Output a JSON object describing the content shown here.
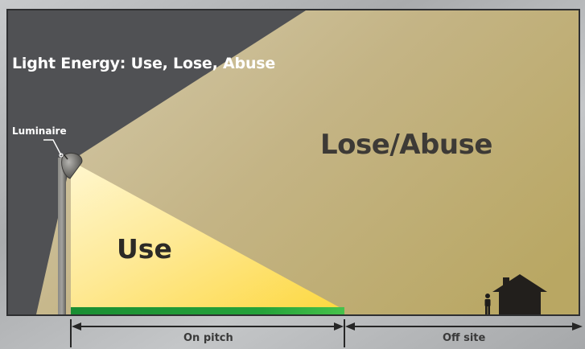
{
  "diagram": {
    "title": "Light Energy: Use, Lose, Abuse",
    "luminaire_label": "Luminaire",
    "lose_abuse_label": "Lose/Abuse",
    "use_label": "Use",
    "on_pitch_label": "On pitch",
    "off_site_label": "Off site"
  },
  "colors": {
    "frame_background": "#b7b9bb",
    "sky_dark": "#505154",
    "lose_abuse_light": "#c3b487",
    "use_light": "#fde26a",
    "pitch_green": "#1e9a35",
    "house": "#221f1c",
    "pole": "#6d6c69",
    "arrow": "#262626"
  },
  "icons": [
    "luminaire-icon",
    "person-icon",
    "house-icon"
  ]
}
